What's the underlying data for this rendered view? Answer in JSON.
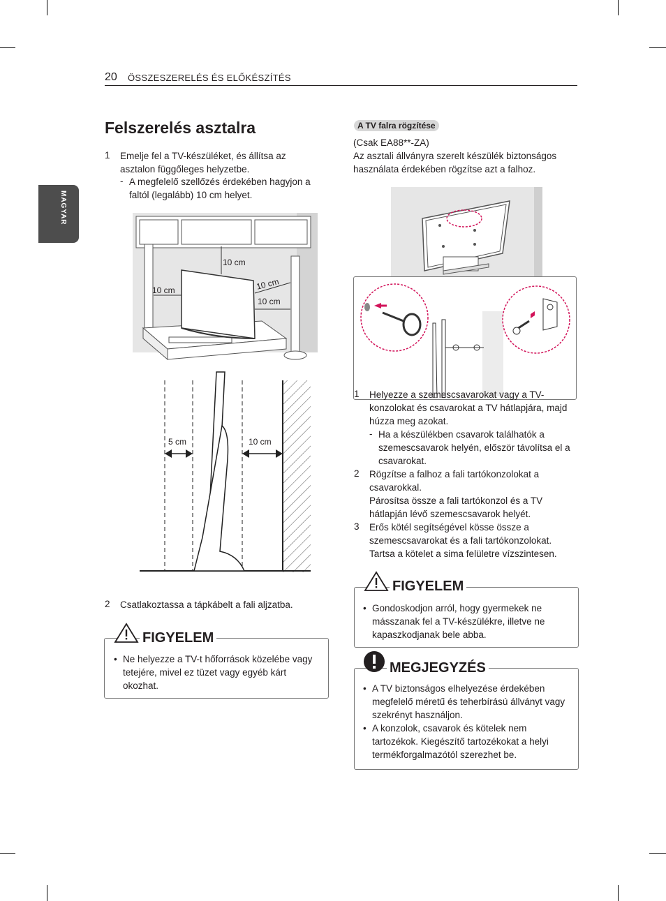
{
  "header": {
    "page_number": "20",
    "section": "ÖSSZESZERELÉS ÉS ELŐKÉSZÍTÉS"
  },
  "side_tab": "MAGYAR",
  "left": {
    "title": "Felszerelés asztalra",
    "step1": {
      "num": "1",
      "text": "Emelje fel a TV-készüléket, és állítsa az asztalon függőleges helyzetbe.",
      "dash": "-",
      "sub": "A megfelelő szellőzés érdekében hagyjon a faltól (legalább) 10 cm helyet."
    },
    "fig1_labels": {
      "top": "10 cm",
      "left": "10 cm",
      "right_upper": "10 cm",
      "right_lower": "10 cm"
    },
    "fig2_labels": {
      "left": "5 cm",
      "right": "10 cm"
    },
    "step2": {
      "num": "2",
      "text": "Csatlakoztassa a tápkábelt a fali aljzatba."
    },
    "caution": {
      "title": "FIGYELEM",
      "items": [
        "Ne helyezze a TV-t hőforrások közelébe vagy tetejére, mivel ez tüzet vagy egyéb kárt okozhat."
      ]
    }
  },
  "right": {
    "pill": "A TV falra rögzítése",
    "model": "(Csak EA88**-ZA)",
    "intro": "Az asztali állványra szerelt készülék biztonságos használata érdekében rögzítse azt a falhoz.",
    "steps": [
      {
        "num": "1",
        "text": "Helyezze a szemescsavarokat vagy a TV-konzolokat és csavarokat a TV hátlapjára, majd húzza meg azokat.",
        "dash": "-",
        "sub": "Ha a készülékben csavarok találhatók a szemescsavarok helyén, először távolítsa el a csavarokat."
      },
      {
        "num": "2",
        "text": "Rögzítse a falhoz a fali tartókonzolokat a csavarokkal.",
        "extra": "Párosítsa össze a fali tartókonzol és a TV hátlapján lévő szemescsavarok helyét."
      },
      {
        "num": "3",
        "text": "Erős kötél segítségével kösse össze a szemescsavarokat és a fali tartókonzolokat. Tartsa a kötelet a sima felületre vízszintesen."
      }
    ],
    "caution": {
      "title": "FIGYELEM",
      "items": [
        "Gondoskodjon arról, hogy gyermekek ne másszanak fel a TV-készülékre, illetve ne kapaszkodjanak bele abba."
      ]
    },
    "note": {
      "title": "MEGJEGYZÉS",
      "items": [
        "A TV biztonságos elhelyezése érdekében megfelelő méretű és teherbírású állványt vagy szekrényt használjon.",
        "A konzolok, csavarok és kötelek nem tartozékok. Kiegészítő tartozékokat a helyi termékforgalmazótól szerezhet be."
      ]
    }
  }
}
